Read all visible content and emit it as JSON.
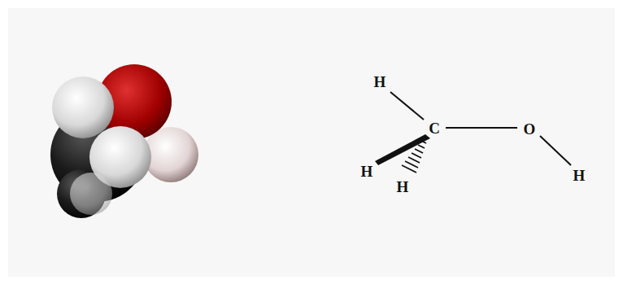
{
  "diagram": {
    "labels": [
      "H",
      "C",
      "O",
      "H",
      "H",
      "H"
    ]
  }
}
